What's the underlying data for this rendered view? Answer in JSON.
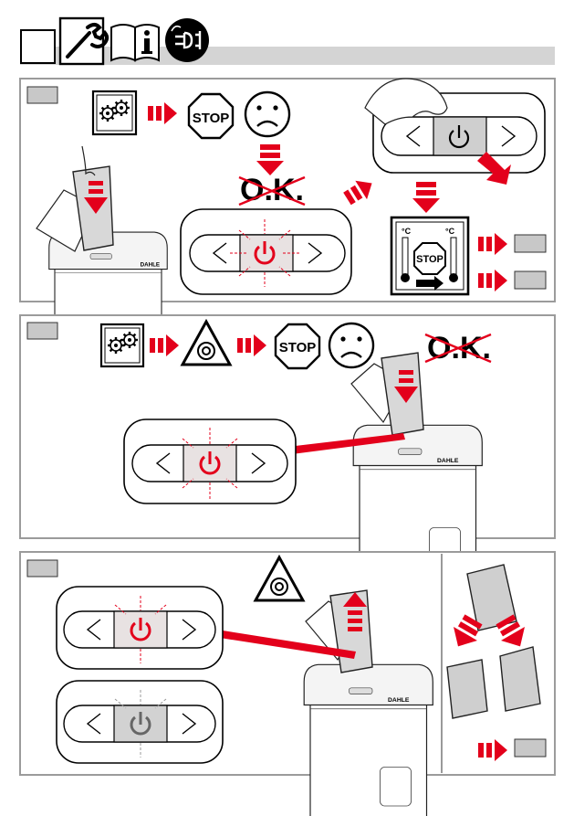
{
  "header": {
    "icons": [
      "wrench-icon",
      "info-book-icon",
      "unplug-icon"
    ]
  },
  "panels": [
    {
      "stop_sign": "STOP",
      "ok_label": "O.K.",
      "thermo_unit_left": "°C",
      "thermo_unit_right": "°C",
      "thermo_stop": "STOP",
      "brand": "DAHLE"
    },
    {
      "stop_sign": "STOP",
      "ok_label": "O.K.",
      "brand": "DAHLE"
    },
    {
      "brand": "DAHLE"
    }
  ],
  "colors": {
    "accent_red": "#e3001b",
    "panel_border": "#9b9b9b",
    "header_bar": "#d4d4d4",
    "step_box": "#c8c8c8"
  }
}
